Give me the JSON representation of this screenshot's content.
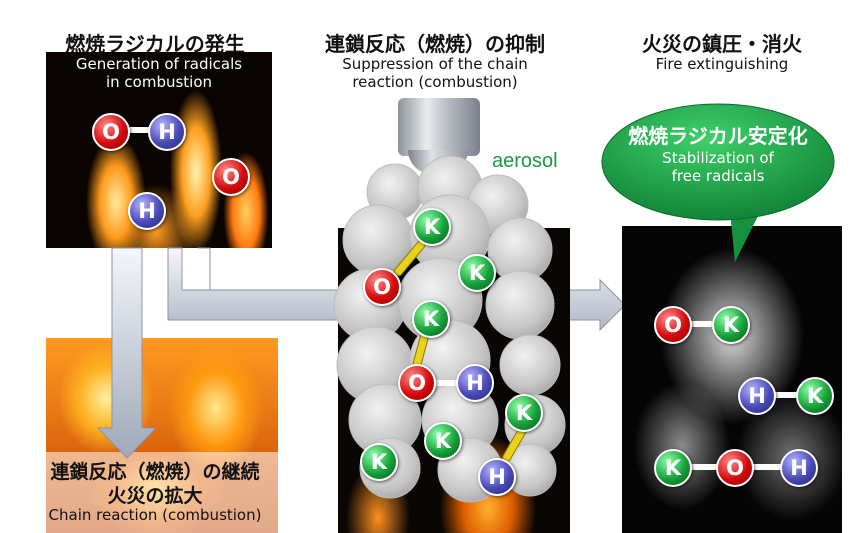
{
  "header_fragment": "",
  "left": {
    "title_jp": "燃焼ラジカルの発生",
    "title_en_line1": "Generation of radicals",
    "title_en_line2": "in combustion"
  },
  "middle": {
    "title_jp": "連鎖反応（燃焼）の抑制",
    "title_en_line1": "Suppression of the chain",
    "title_en_line2": "reaction (combustion)",
    "aerosol_label": "aerosol"
  },
  "right": {
    "title_jp": "火災の鎮圧・消火",
    "title_en": "Fire extinguishing",
    "bubble_jp": "燃焼ラジカル安定化",
    "bubble_en_line1": "Stabilization of",
    "bubble_en_line2": "free radicals"
  },
  "bottom_left": {
    "jp_line1": "連鎖反応（燃焼）の継続",
    "jp_line2": "火災の拡大",
    "en": "Chain reaction (combustion)"
  },
  "atoms": {
    "O": "O",
    "H": "H",
    "K": "K"
  },
  "colors": {
    "oxygen": "#d40b0b",
    "hydrogen": "#4a4ab8",
    "potassium": "#16a23a",
    "bubble": "#1aa04a",
    "aerosol_text": "#1a9a40"
  }
}
